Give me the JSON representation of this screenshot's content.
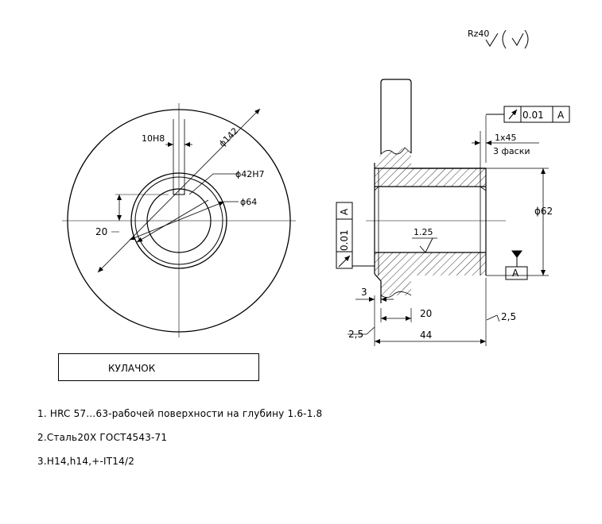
{
  "roughness": {
    "label": "Rz40"
  },
  "front_view": {
    "keyway": "10H8",
    "d_outer": "ϕ142",
    "d_bore": "ϕ42H7",
    "d_hub": "ϕ64",
    "offset": "20"
  },
  "section_view": {
    "runout_value": "0.01",
    "runout_datum": "A",
    "chamfer": "1x45",
    "chamfer_note": "3 фаски",
    "d_62": "ϕ62",
    "surface_roughness": "1.25",
    "left_tol_value": "0.01",
    "left_tol_datum": "A",
    "datum_label": "A",
    "dim_3": "3",
    "dim_20": "20",
    "dim_44": "44",
    "dim_2_5_left": "2,5",
    "dim_2_5_right": "2,5"
  },
  "title_block": {
    "name": "КУЛАЧОК"
  },
  "notes": [
    "1. HRC 57…63-рабочей поверхности на глубину 1.6-1.8",
    "2.Сталь20Х ГОСТ4543-71",
    "3.H14,h14,+-IT14/2"
  ]
}
